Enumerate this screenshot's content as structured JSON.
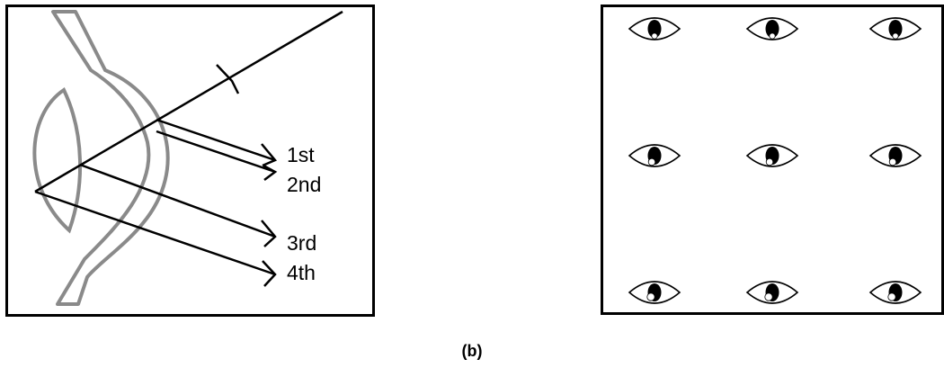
{
  "caption": "(b)",
  "reflection_labels": [
    "1st",
    "2nd",
    "3rd",
    "4th"
  ],
  "eye_grid": {
    "rows": 3,
    "cols": 3,
    "description_rows": [
      "glint-below",
      "glint-lower-left",
      "glint-lower-left-large"
    ]
  }
}
